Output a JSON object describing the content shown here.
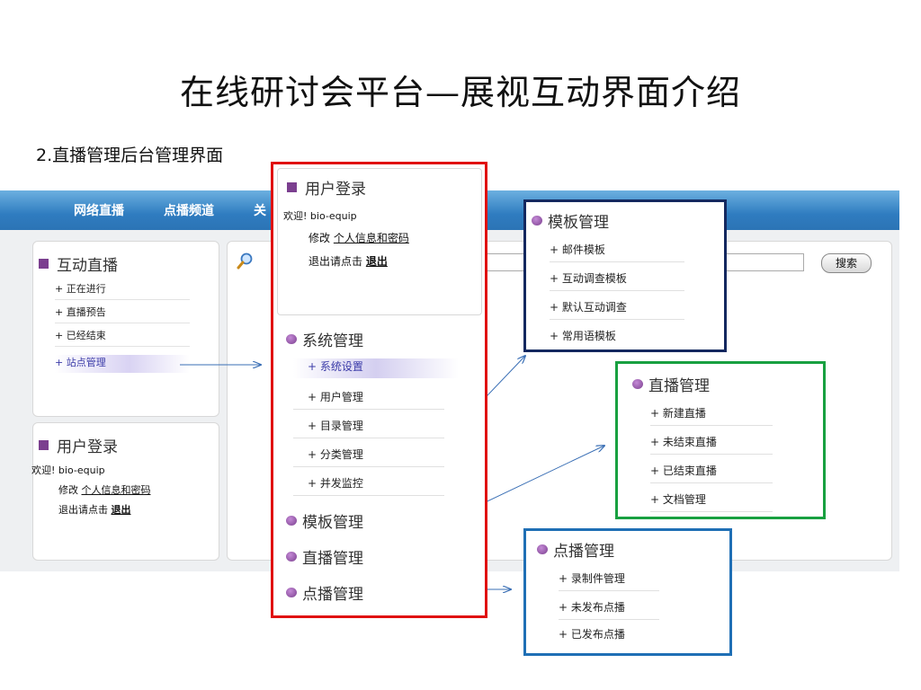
{
  "slide": {
    "title": "在线研讨会平台—展视互动界面介绍",
    "subtitle": "2.直播管理后台管理界面"
  },
  "navbar": {
    "items": [
      "网络直播",
      "点播频道",
      "关"
    ]
  },
  "left_panel": {
    "header": "互动直播",
    "items": [
      "+ 正在进行",
      "+ 直播预告",
      "+ 已经结束",
      "+ 站点管理"
    ],
    "selected_index": 3
  },
  "left_login": {
    "header": "用户登录",
    "welcome": "欢迎! bio-equip",
    "modify_prefix": "修改",
    "modify_link": "个人信息和密码",
    "logout_prefix": "退出请点击",
    "logout_link": "退出"
  },
  "search": {
    "button_label": "搜索",
    "value": ""
  },
  "red_box": {
    "login_header": "用户登录",
    "welcome": "欢迎! bio-equip",
    "modify_prefix": "修改",
    "modify_link": "个人信息和密码",
    "logout_prefix": "退出请点击",
    "logout_link": "退出",
    "sys_header": "系统管理",
    "sys_items": [
      "+ 系统设置",
      "+ 用户管理",
      "+ 目录管理",
      "+ 分类管理",
      "+ 并发监控"
    ],
    "sys_selected_index": 0,
    "tpl_header": "模板管理",
    "live_header": "直播管理",
    "vod_header": "点播管理"
  },
  "template_box": {
    "header": "模板管理",
    "items": [
      "+ 邮件模板",
      "+ 互动调查模板",
      "+ 默认互动调查",
      "+ 常用语模板"
    ]
  },
  "live_box": {
    "header": "直播管理",
    "items": [
      "+ 新建直播",
      "+ 未结束直播",
      "+ 已结束直播",
      "+ 文档管理"
    ]
  },
  "vod_box": {
    "header": "点播管理",
    "items": [
      "+ 录制件管理",
      "+ 未发布点播",
      "+ 已发布点播"
    ]
  },
  "colors": {
    "red": "#e01010",
    "navy": "#14285f",
    "green": "#18a040",
    "blue": "#1f6fb5",
    "purple": "#7b3f8f",
    "nav_blue": "#2f7cc0"
  },
  "icons": {
    "search": "magnifier-icon",
    "section_square": "square-bullet-icon",
    "section_circle": "circle-bullet-icon"
  }
}
